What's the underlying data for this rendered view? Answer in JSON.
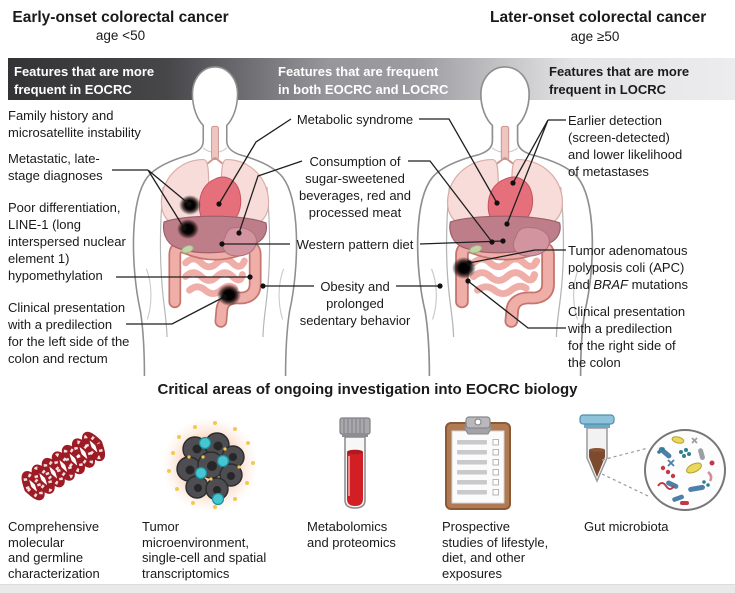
{
  "columns": {
    "left": {
      "title": "Early-onset colorectal cancer",
      "subtitle": "age <50"
    },
    "right": {
      "title": "Later-onset colorectal cancer",
      "subtitle": "age ≥50"
    }
  },
  "header_bar": {
    "left_lines": [
      "Features that are more",
      "frequent in EOCRC"
    ],
    "middle_lines": [
      "Features that are frequent",
      "in both EOCRC and LOCRC"
    ],
    "right_lines": [
      "Features that are more",
      "frequent in LOCRC"
    ],
    "gradient": [
      "#333335",
      "#97979b",
      "#ececee"
    ]
  },
  "eocrc_features": [
    {
      "lines": [
        "Family history and",
        "microsatellite instability"
      ]
    },
    {
      "lines": [
        "Metastatic, late-",
        "stage diagnoses"
      ]
    },
    {
      "lines": [
        "Poor differentiation,",
        "LINE-1 (long",
        "interspersed nuclear",
        "element 1)",
        "hypomethylation"
      ]
    },
    {
      "lines": [
        "Clinical presentation",
        "with a predilection",
        "for the left side of the",
        "colon and rectum"
      ]
    }
  ],
  "shared_features": [
    {
      "lines": [
        "Metabolic syndrome"
      ]
    },
    {
      "lines": [
        "Consumption of",
        "sugar-sweetened",
        "beverages, red and",
        "processed meat"
      ]
    },
    {
      "lines": [
        "Western pattern diet"
      ]
    },
    {
      "lines": [
        "Obesity and",
        "prolonged",
        "sedentary behavior"
      ]
    }
  ],
  "locrc_features": [
    {
      "lines": [
        "Earlier detection",
        "(screen-detected)",
        "and lower likelihood",
        "of metastases"
      ]
    },
    {
      "lines_before": [
        "Tumor adenomatous",
        "polyposis coli (APC)"
      ],
      "last_line": {
        "pre": "and ",
        "italic": "BRAF",
        "post": " mutations"
      }
    },
    {
      "lines": [
        "Clinical presentation",
        "with a predilection",
        "for the right side of",
        "the colon"
      ]
    }
  ],
  "investigation": {
    "title": "Critical areas of ongoing investigation into EOCRC biology",
    "items": [
      {
        "icon": "dna-helix-icon",
        "lines": [
          "Comprehensive",
          "molecular",
          "and germline",
          "characterization"
        ]
      },
      {
        "icon": "tumor-microenvironment-icon",
        "lines": [
          "Tumor",
          "microenvironment,",
          "single-cell and spatial",
          "transcriptomics"
        ]
      },
      {
        "icon": "blood-tube-icon",
        "lines": [
          "Metabolomics",
          "and proteomics"
        ]
      },
      {
        "icon": "clipboard-icon",
        "lines": [
          "Prospective",
          "studies of lifestyle,",
          "diet, and other",
          "exposures"
        ]
      },
      {
        "icon": "gut-microbiota-icon",
        "lines": [
          "Gut microbiota"
        ]
      }
    ]
  },
  "colors": {
    "lung_pink": "#f7dcd9",
    "heart_red": "#e5707c",
    "liver_mauve": "#bd7e89",
    "colon_salmon": "#f0aea8",
    "tumor_black": "#000000",
    "dna_red": "#9c1b24",
    "blood_red": "#d21f26",
    "clipboard_brown": "#b07a52",
    "microbe_blue": "#4d7fa8",
    "tube_cap_blue": "#8fc3dc",
    "glow_orange": "#f7b88e"
  }
}
